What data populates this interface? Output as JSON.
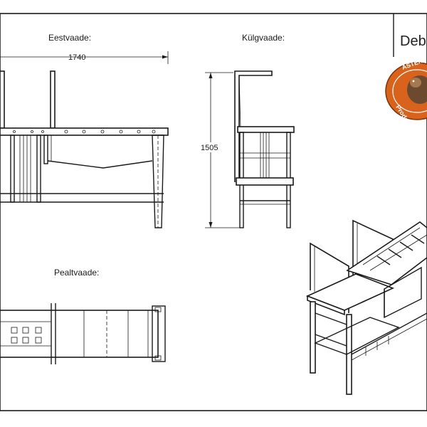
{
  "views": {
    "front": {
      "title": "Eestvaade:",
      "width_dim": "1740"
    },
    "side": {
      "title": "Külgvaade:",
      "height_dim": "1505"
    },
    "top": {
      "title": "Pealtvaade:"
    }
  },
  "brand": {
    "title": "Debe",
    "seal_top": "ASTEN",
    "seal_bottom": "Production"
  },
  "colors": {
    "seal": "#d9631c",
    "line": "#1a1a1a"
  }
}
